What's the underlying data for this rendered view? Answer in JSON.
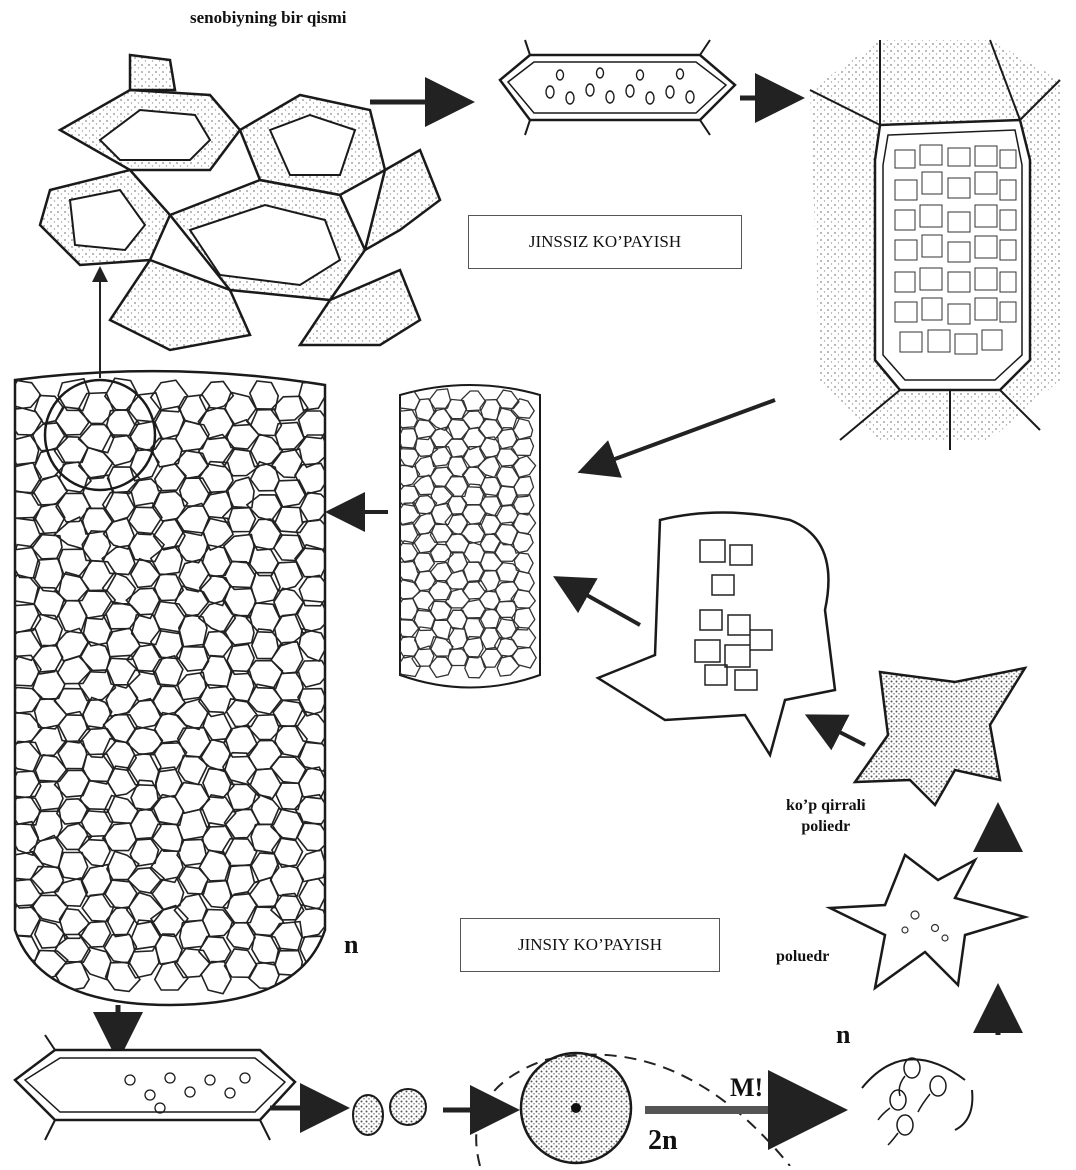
{
  "labels": {
    "top_caption": "senobiyning bir qismi",
    "asexual_box": "JINSSIZ KO’PAYISH",
    "sexual_box": "JINSIY KO’PAYISH",
    "polyhedron_label_line1": "ko’p qirrali",
    "polyhedron_label_line2": "poliedr",
    "polyedr_label": "poluedr",
    "ploidy_n_left": "n",
    "ploidy_n_right": "n",
    "ploidy_2n": "2n",
    "meiosis_mark": "M!"
  },
  "colors": {
    "ink": "#1a1a1a",
    "stipple": "#9a9a9a",
    "arrow": "#2a2a2a"
  }
}
